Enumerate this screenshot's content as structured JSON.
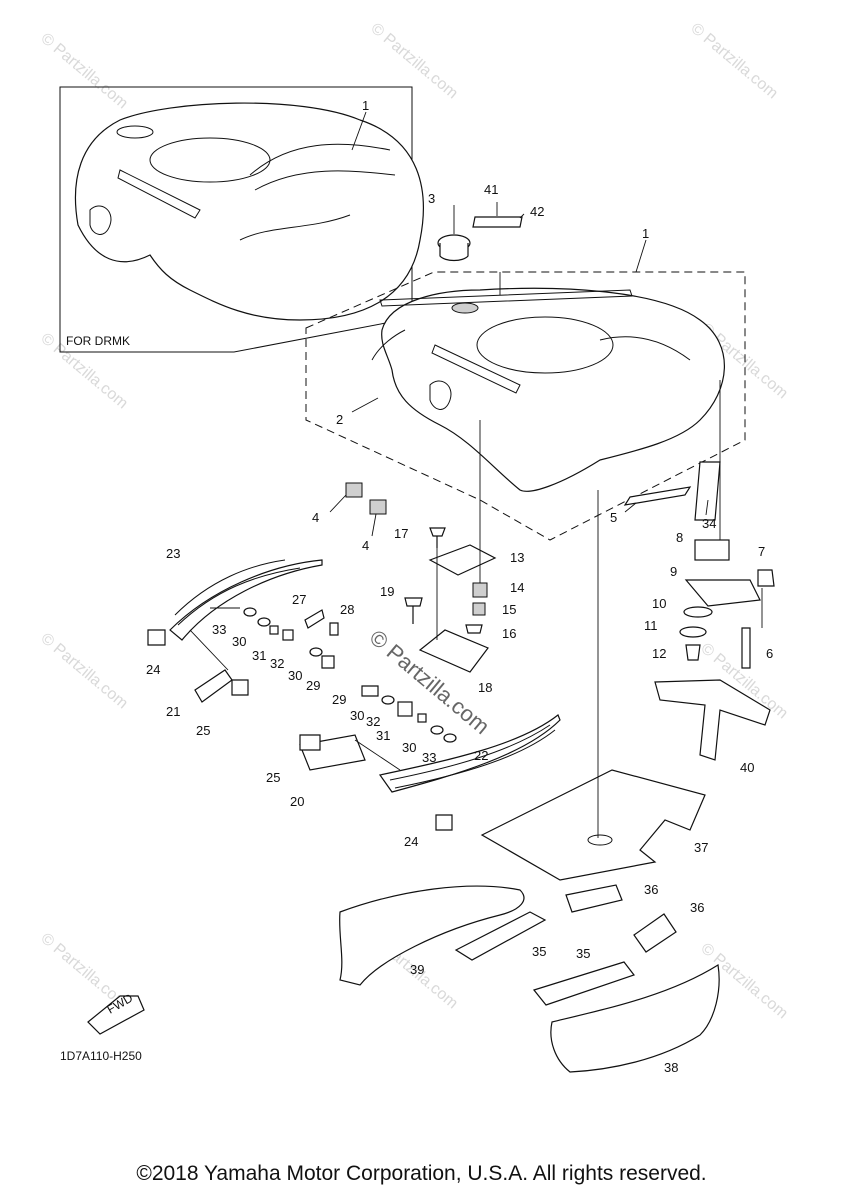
{
  "inset": {
    "label": "FOR DRMK",
    "part": "1"
  },
  "diagram_code": "1D7A110-H250",
  "fwd_label": "FWD",
  "watermark": "© Partzilla.com",
  "watermark_center": "© Partzilla.com",
  "copyright": "©2018 Yamaha Motor Corporation, U.S.A. All rights reserved.",
  "callouts": [
    "1",
    "2",
    "3",
    "4",
    "4",
    "5",
    "6",
    "7",
    "8",
    "9",
    "10",
    "11",
    "12",
    "13",
    "14",
    "15",
    "16",
    "17",
    "18",
    "19",
    "20",
    "21",
    "22",
    "23",
    "24",
    "24",
    "25",
    "25",
    "27",
    "28",
    "29",
    "29",
    "30",
    "30",
    "30",
    "30",
    "31",
    "31",
    "32",
    "32",
    "33",
    "33",
    "34",
    "35",
    "35",
    "36",
    "36",
    "37",
    "38",
    "39",
    "40",
    "41",
    "42"
  ]
}
